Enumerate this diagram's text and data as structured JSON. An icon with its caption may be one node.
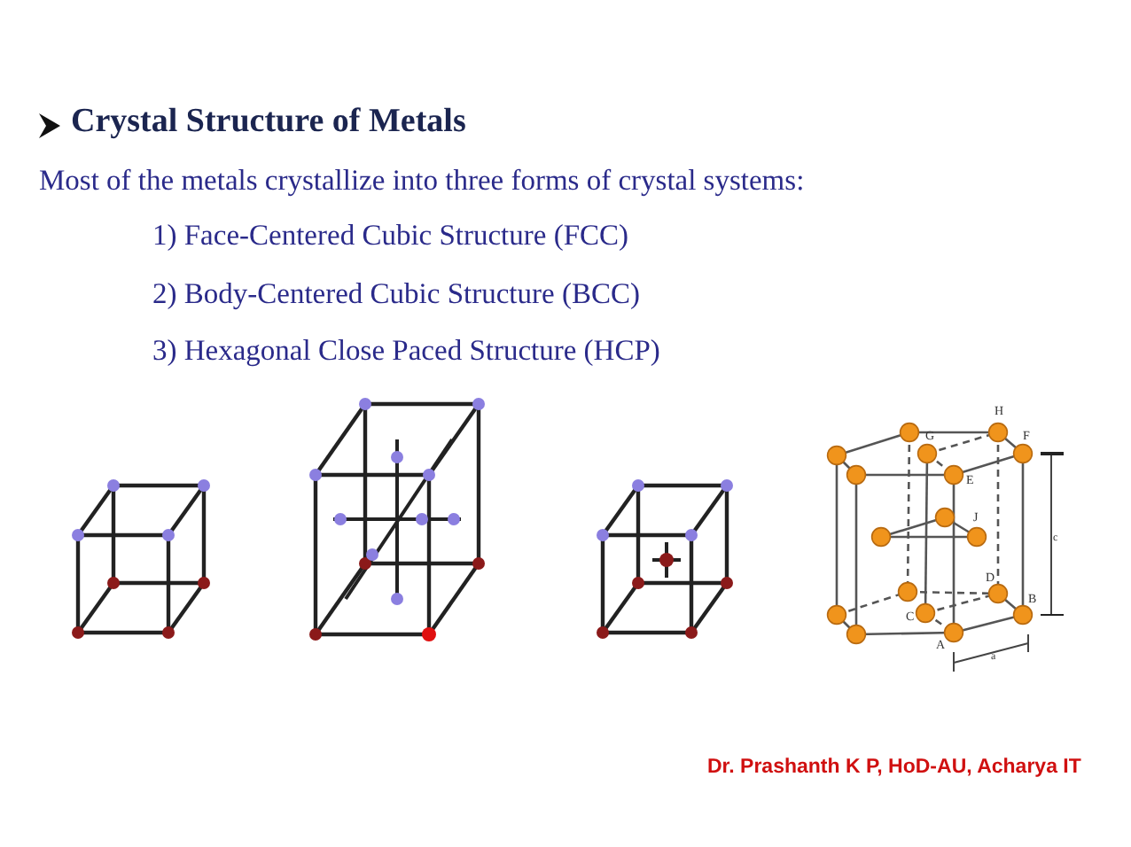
{
  "diagram": {
    "title": "Crystal Structure of Metals",
    "labels": [
      "Most of the metals crystallize into three forms of crystal systems:",
      "1) Face-Centered Cubic Structure (FCC)",
      "2) Body-Centered Cubic Structure (BCC)",
      "3) Hexagonal Close Paced Structure (HCP)",
      "H",
      "G",
      "F",
      "E",
      "J",
      "D",
      "B",
      "C",
      "A",
      "c",
      "a",
      "Dr. Prashanth K P, HoD-AU, Acharya IT"
    ]
  }
}
